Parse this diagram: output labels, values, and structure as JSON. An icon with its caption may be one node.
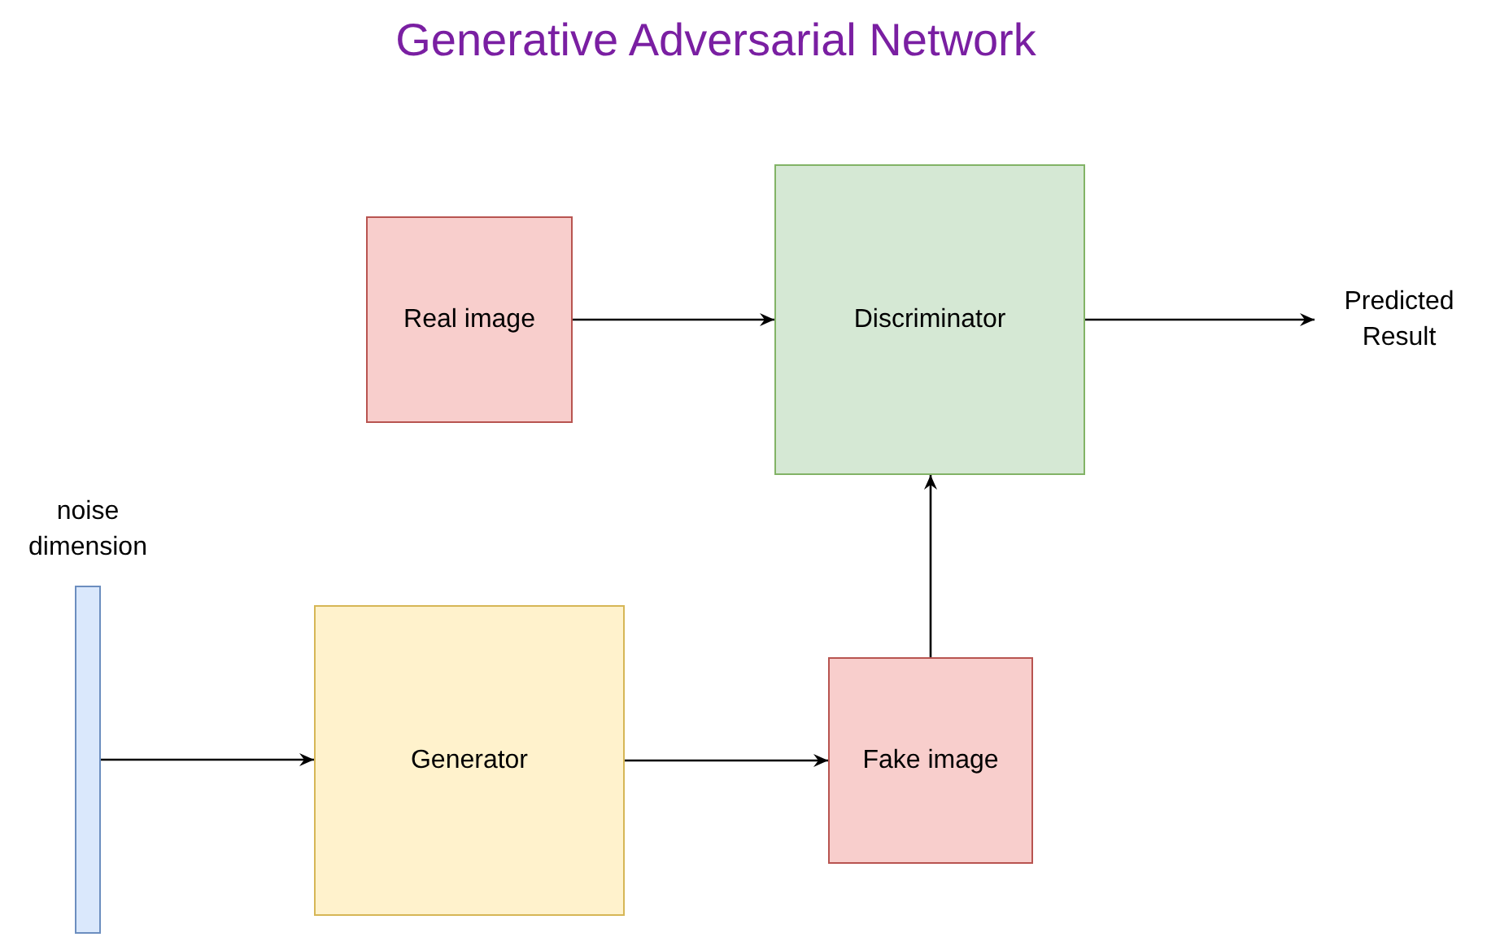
{
  "diagram": {
    "title": "Generative Adversarial Network",
    "nodes": [
      {
        "text": [
          "Real image"
        ]
      },
      {
        "text": [
          "Discriminator"
        ]
      },
      {
        "text": [
          "Predicted Result"
        ]
      },
      {
        "text": [
          "noise dimension"
        ]
      },
      {
        "text": [
          "Generator"
        ]
      },
      {
        "text": [
          "Fake image"
        ]
      }
    ],
    "edges": [
      {
        "from": 0,
        "to": 1,
        "arrow": "to"
      },
      {
        "from": 1,
        "to": 2,
        "arrow": "to"
      },
      {
        "from": 3,
        "to": 4,
        "arrow": "to"
      },
      {
        "from": 4,
        "to": 5,
        "arrow": "to"
      },
      {
        "from": 5,
        "to": 1,
        "arrow": "to"
      }
    ]
  }
}
